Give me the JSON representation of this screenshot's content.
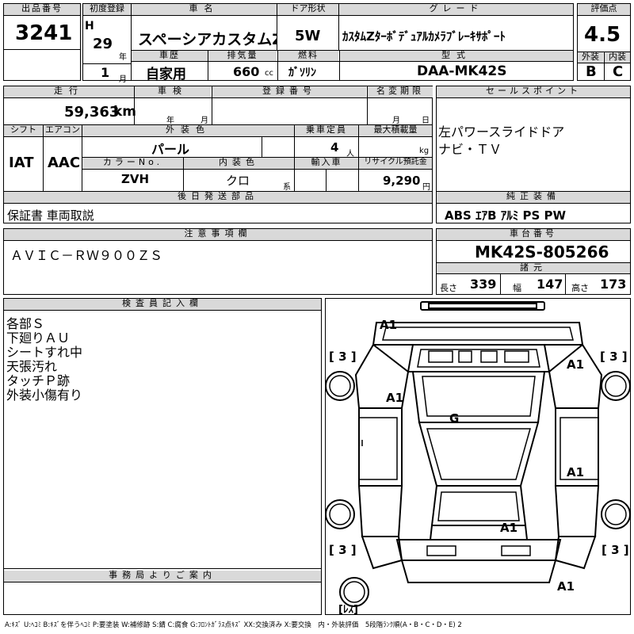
{
  "header": {
    "lot_label": "出品番号",
    "lot_number": "3241",
    "first_reg_label": "初度登録",
    "era_letter": "H",
    "year_value": "29",
    "year_unit": "年",
    "month_value": "1",
    "month_unit": "月",
    "car_name_label": "車名",
    "car_name": "スペーシアカスタムZ",
    "history_label": "車歴",
    "history_value": "自家用",
    "displacement_label": "排気量",
    "displacement_value": "660",
    "displacement_unit": "cc",
    "door_label": "ドア形状",
    "door_value": "5W",
    "fuel_label": "燃料",
    "fuel_value": "ｶﾞｿﾘﾝ",
    "grade_label": "グレード",
    "grade_value": "ｶｽﾀﾑZﾀｰﾎﾞﾃﾞｭｱﾙｶﾒﾗﾌﾞﾚｰｷｻﾎﾟｰﾄ",
    "model_label": "型式",
    "model_value": "DAA-MK42S",
    "score_label": "評価点",
    "score_value": "4.5",
    "exterior_label": "外装",
    "exterior_value": "B",
    "interior_label": "内装",
    "interior_value": "C"
  },
  "row2": {
    "mileage_label": "走行",
    "mileage_value": "59,363",
    "mileage_unit": "km",
    "inspection_label": "車検",
    "inspection_year_unit": "年",
    "inspection_month_unit": "月",
    "reg_label": "登録番号",
    "name_change_label": "名変期限",
    "name_change_month_unit": "月",
    "name_change_day_unit": "日",
    "shift_label": "シフト",
    "shift_value": "IAT",
    "aircon_label": "エアコン",
    "aircon_value": "AAC",
    "ext_color_label": "外装色",
    "ext_color_value": "パール",
    "capacity_label": "乗車定員",
    "capacity_value": "4",
    "capacity_unit": "人",
    "load_label": "最大積載量",
    "load_unit": "kg",
    "color_no_label": "カラーNo.",
    "color_no_value": "ZVH",
    "int_color_label": "内装色",
    "int_color_value": "クロ",
    "int_color_unit": "系",
    "import_label": "輸入車",
    "recycle_label": "リサイクル預託金",
    "recycle_value": "9,290",
    "recycle_unit": "円",
    "later_label": "後日発送部品",
    "later_value": "保証書 車両取説"
  },
  "sales": {
    "label": "セールスポイント",
    "lines": [
      "左パワースライドドア",
      "ナビ・ＴＶ"
    ],
    "equip_label": "純正装備",
    "equip_value": "ABS ｴｱB ｱﾙﾐ PS PW"
  },
  "notes": {
    "label": "注意事項欄",
    "value": "ＡＶＩＣ－ＲＷ９００ＺＳ"
  },
  "chassis": {
    "label": "車台番号",
    "value": "MK42S-805266",
    "dims_label": "諸元",
    "length_label": "長さ",
    "length_value": "339",
    "width_label": "幅",
    "width_value": "147",
    "height_label": "高さ",
    "height_value": "173"
  },
  "inspector": {
    "label": "検査員記入欄",
    "lines": [
      "各部Ｓ",
      "下廻りＡＵ",
      "シートすれ中",
      "天張汚れ",
      "タッチＰ跡",
      "外装小傷有り"
    ]
  },
  "diagram": {
    "marks": [
      "A1",
      "A1",
      "A1",
      "G",
      "A1",
      "A1",
      "A1"
    ],
    "tires": [
      "[ 3 ]",
      "[ 3 ]",
      "[ 3 ]",
      "[ 3 ]"
    ],
    "spare": "[ﾚｽ]"
  },
  "office": {
    "label": "事務局よりご案内"
  },
  "legend": "A:ｷｽﾞ U:ﾍｺﾐ B:ｷｽﾞを伴うﾍｺﾐ P:要塗装 W:補修跡 S:錆 C:腐食 G:ﾌﾛﾝﾄｶﾞﾗｽ点ｷｽﾞ XX:交換済み X:要交換　内・外装評価　5段階ﾗﾝｸ順(A・B・C・D・E) 2"
}
